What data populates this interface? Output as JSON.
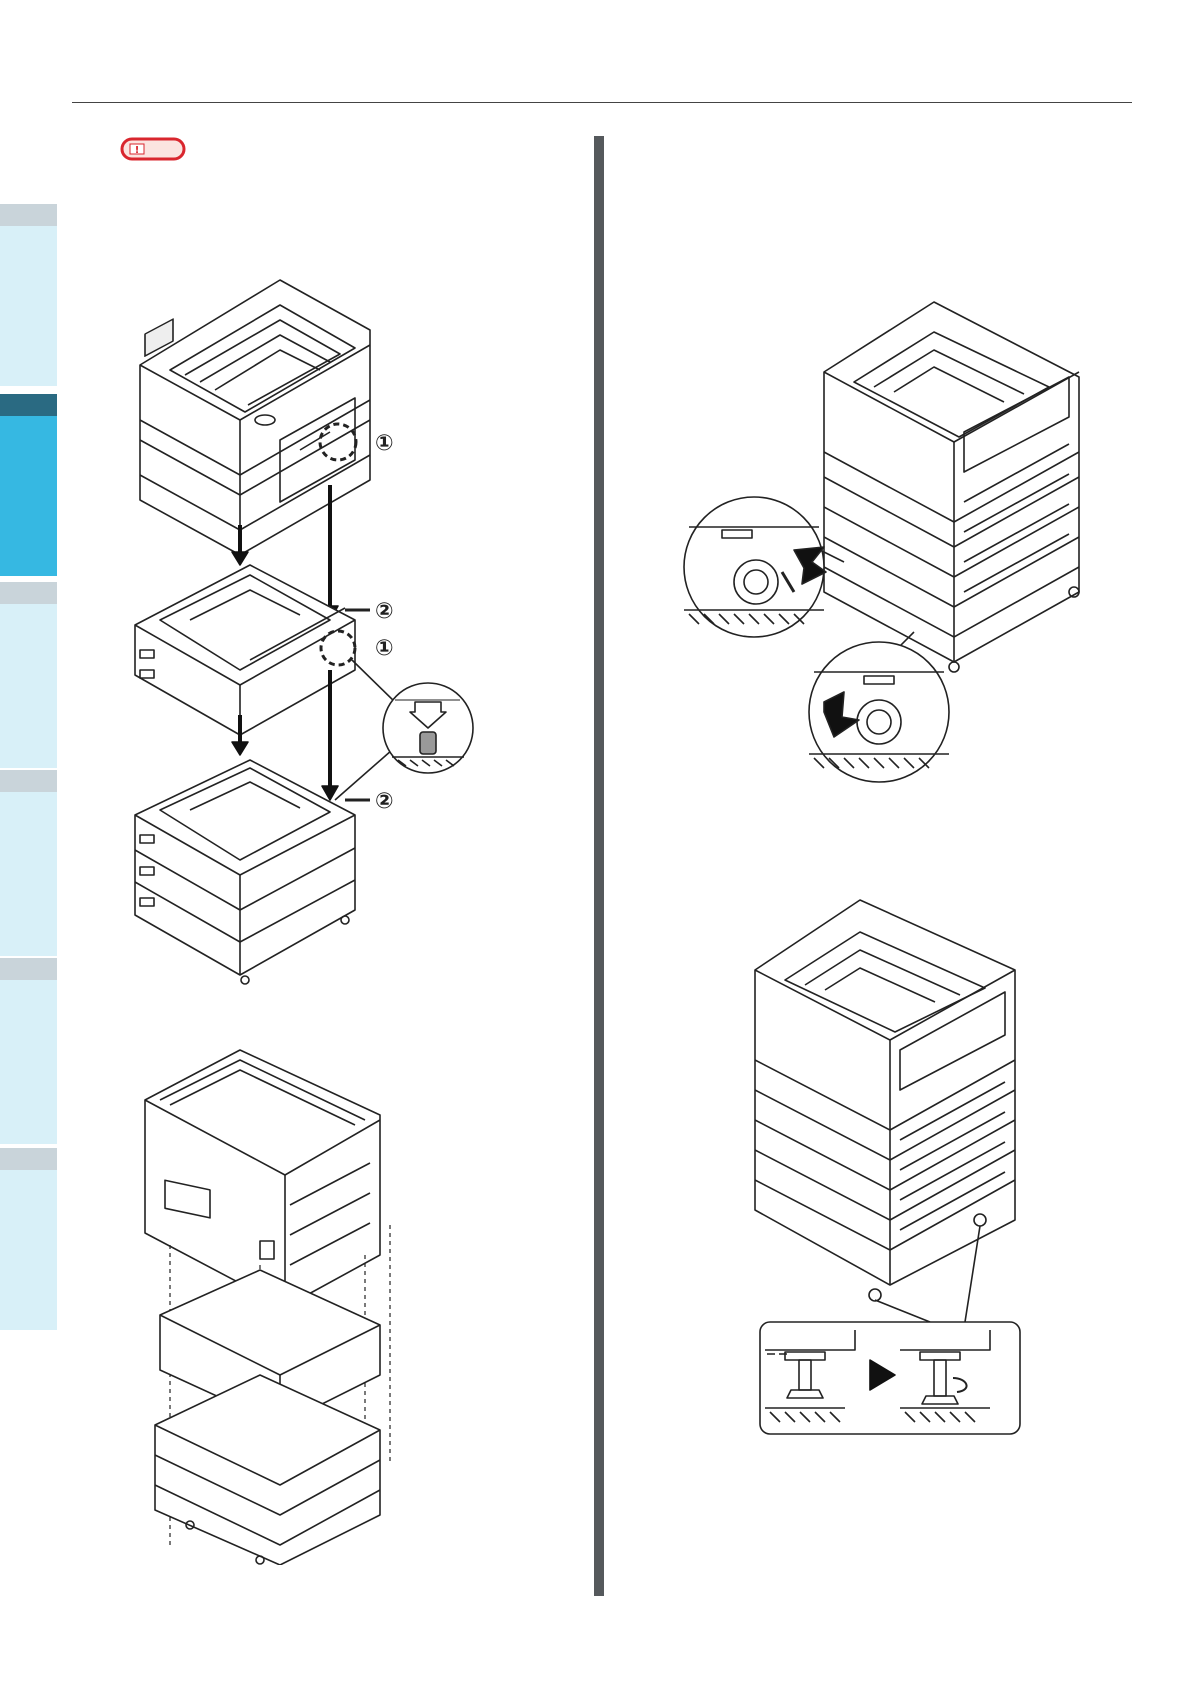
{
  "page": {
    "header_rule": true
  },
  "sidebar": {
    "tabs": [
      {
        "state": "inactive"
      },
      {
        "state": "active"
      },
      {
        "state": "inactive"
      },
      {
        "state": "inactive"
      },
      {
        "state": "inactive"
      },
      {
        "state": "inactive"
      }
    ],
    "colors": {
      "active": "#36b8e2",
      "active_strip": "#2a6a82",
      "inactive": "#d8f0f8",
      "inactive_strip": "#c9d4da"
    }
  },
  "note": {
    "icon": "warning-note-icon",
    "color": "#d9262e"
  },
  "left_column": {
    "callouts": {
      "one": "①",
      "two": "②"
    }
  },
  "icons": {
    "arrow": "down-arrow-icon",
    "play": "play-triangle-icon",
    "rotate": "rotate-arrow-icon"
  }
}
